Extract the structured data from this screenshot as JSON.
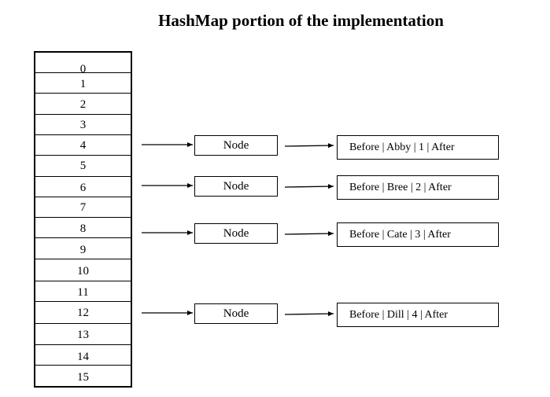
{
  "title": "HashMap portion of the implementation",
  "indices": [
    "0",
    "1",
    "2",
    "3",
    "4",
    "5",
    "6",
    "7",
    "8",
    "9",
    "10",
    "11",
    "12",
    "13",
    "14",
    "15"
  ],
  "chains": [
    {
      "index": "4",
      "node_label": "Node",
      "entry": "Before  | Abby | 1 | After"
    },
    {
      "index": "6",
      "node_label": "Node",
      "entry": "Before  | Bree | 2 | After"
    },
    {
      "index": "8",
      "node_label": "Node",
      "entry": "Before  | Cate | 3 | After"
    },
    {
      "index": "12",
      "node_label": "Node",
      "entry": "Before  | Dill | 4 | After"
    }
  ]
}
